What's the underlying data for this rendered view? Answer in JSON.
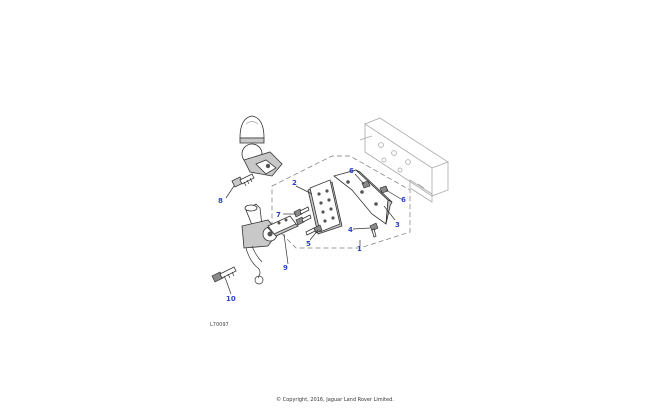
{
  "callouts": [
    {
      "id": 1,
      "label": "1"
    },
    {
      "id": 2,
      "label": "2"
    },
    {
      "id": 3,
      "label": "3"
    },
    {
      "id": 4,
      "label": "4"
    },
    {
      "id": 5,
      "label": "5"
    },
    {
      "id": 6,
      "label": "6"
    },
    {
      "id": 7,
      "label": "7"
    },
    {
      "id": 8,
      "label": "8"
    },
    {
      "id": 9,
      "label": "9"
    },
    {
      "id": 10,
      "label": "10"
    }
  ],
  "reference_code": "L70097",
  "copyright": "© Copyright, 2016, Jaguar Land Rover Limited.",
  "colors": {
    "callout": "#2a44c8",
    "line": "#333333",
    "background": "#ffffff"
  }
}
